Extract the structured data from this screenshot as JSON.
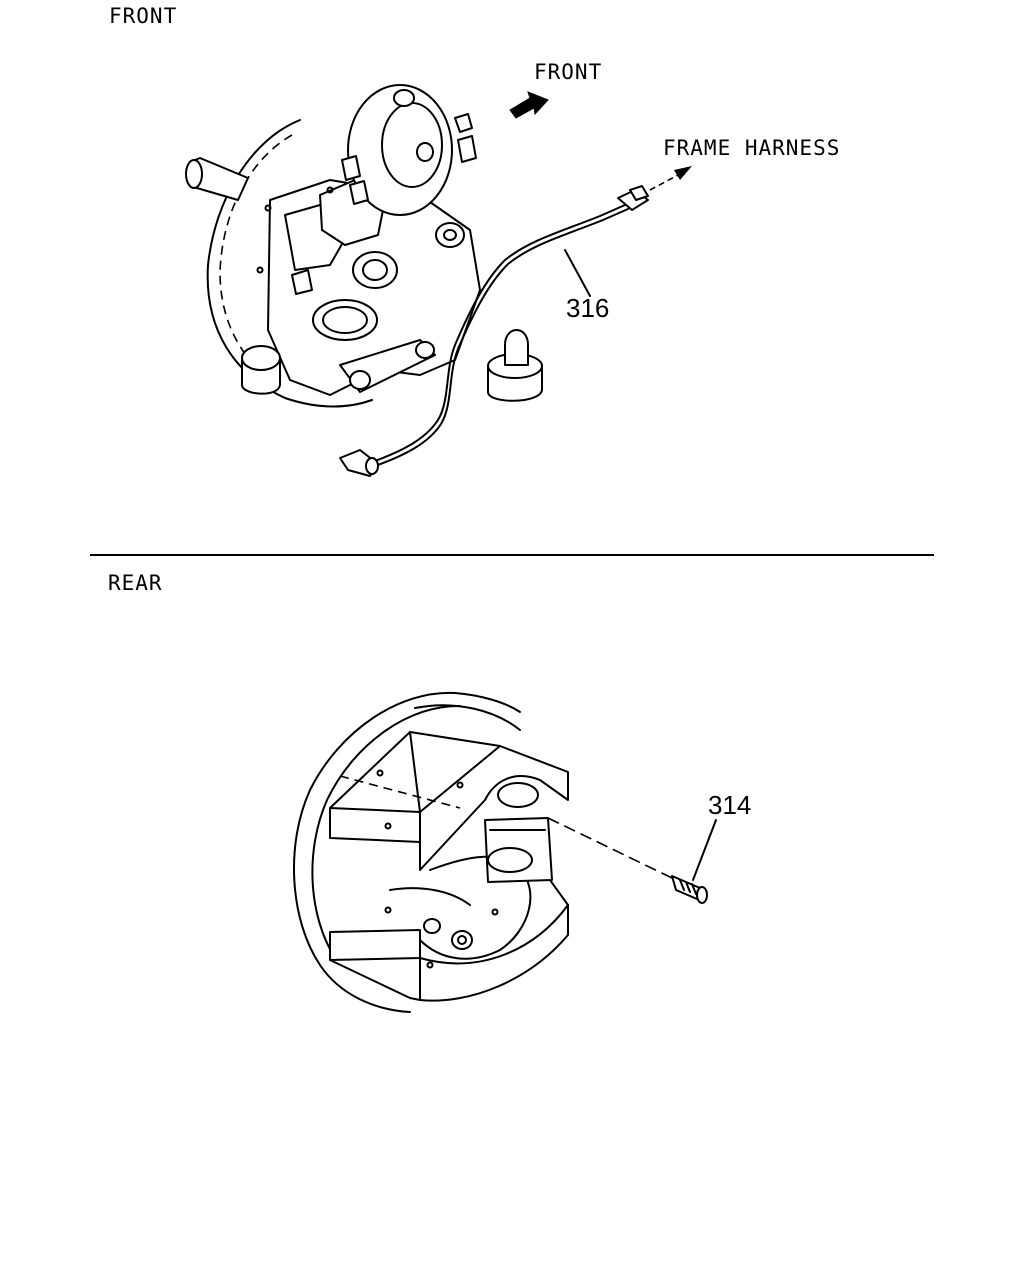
{
  "sections": {
    "front_title": "FRONT",
    "rear_title": "REAR"
  },
  "front_view": {
    "direction_label": "FRONT",
    "harness_label": "FRAME HARNESS",
    "part_callout": "316"
  },
  "rear_view": {
    "part_callout": "314"
  }
}
